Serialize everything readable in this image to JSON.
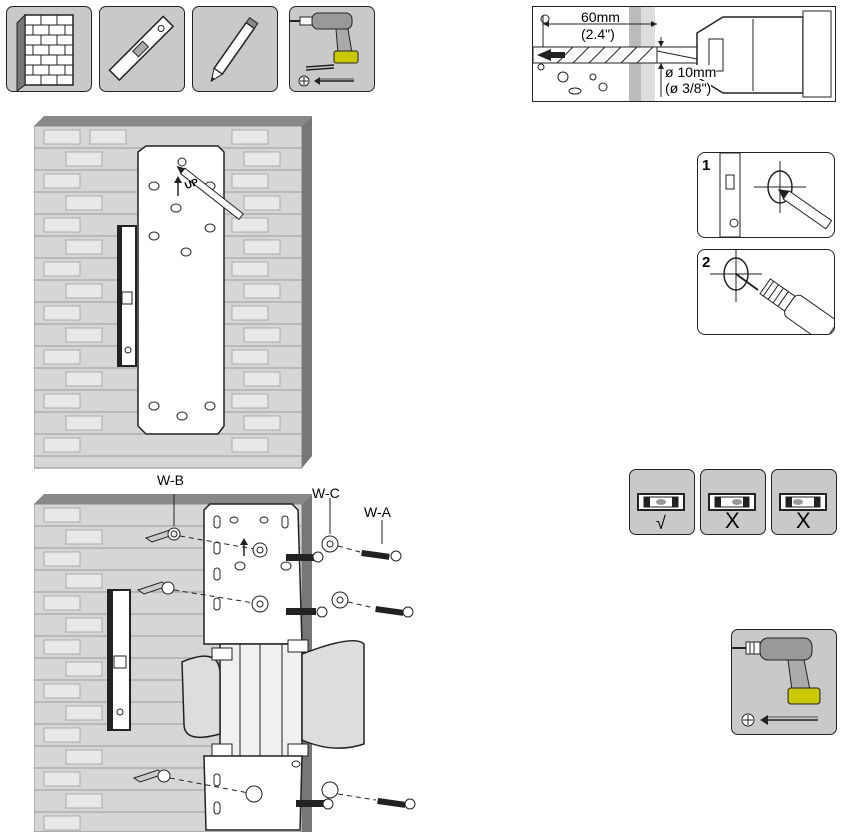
{
  "tools": {
    "icons": [
      "brick-wall-icon",
      "spirit-level-icon",
      "pencil-icon",
      "power-drill-icon"
    ]
  },
  "drill_diagram": {
    "depth_mm": "60mm",
    "depth_in": "(2.4\")",
    "diameter_mm": "ø 10mm",
    "diameter_in": "(ø 3/8\")"
  },
  "steps": {
    "mark_step": "1",
    "drill_step": "2"
  },
  "hardware_labels": {
    "anchor": "W-B",
    "washer": "W-C",
    "bolt": "W-A"
  },
  "plate_text": {
    "up": "UP"
  },
  "level_check": {
    "marks": [
      "√",
      "X",
      "X"
    ]
  }
}
